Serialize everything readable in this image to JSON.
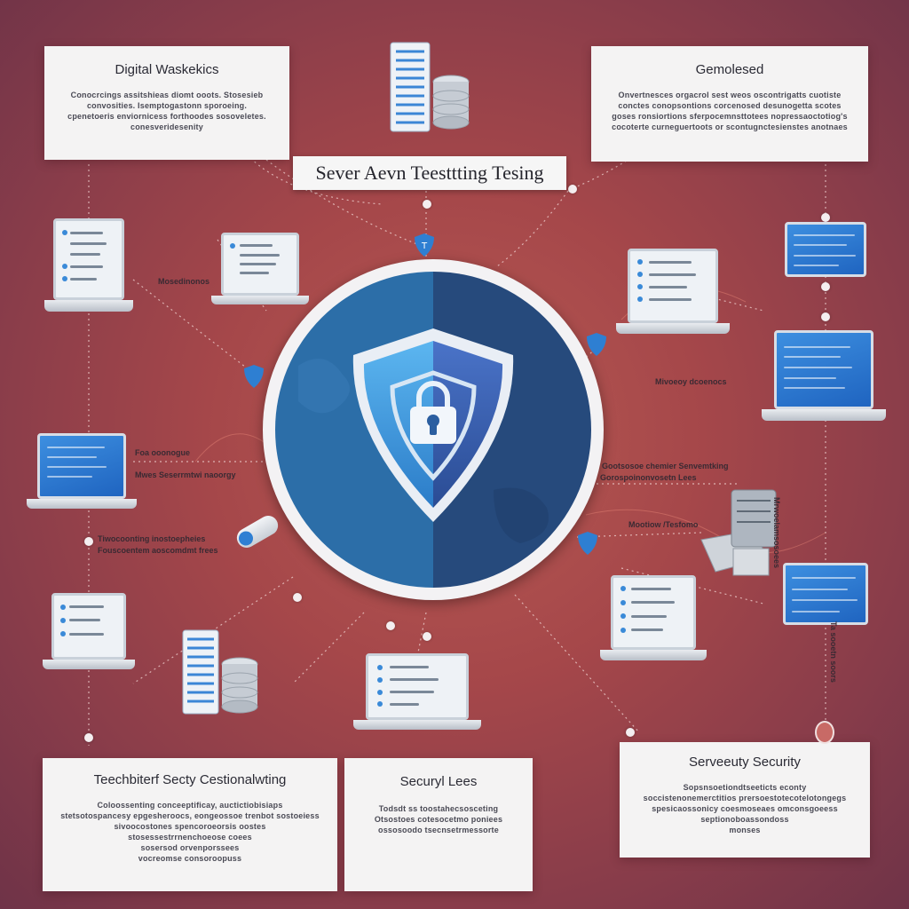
{
  "title": "Sever Aevn Teesttting Tesing",
  "cards": {
    "top_left": {
      "heading": "Digital Waskekics",
      "lines": [
        "Conocrcings assitshieas diomt ooots. Stosesieb",
        "convosities. Isemptogastonn sporoeing.",
        "cpenetoeris enviornicess forthoodes sosoveletes.",
        "conesveridesenity"
      ]
    },
    "top_right": {
      "heading": "Gemolesed",
      "lines": [
        "Onvertnesces orgacrol sest weos oscontrigatts cuotiste",
        "conctes conopsontions corcenosed desunogetta scotes",
        "goses ronsiortions sferpocemnsttotees nopressaoctotiog's",
        "cocoterte curneguertoots or scontugnctesienstes anotnaes"
      ]
    },
    "bottom_left": {
      "heading": "Teechbiterf Secty Cestionalwting",
      "lines": [
        "Coloossenting conceeptificay, auctictiobisiaps",
        "stetsotospancesy epgesheroocs, eongeossoe trenbot sostoeiess",
        "sivoocostones spencoroeorsis oostes",
        "stosessestrrnenchoeose coees",
        "sosersod orvenporssees",
        "vocreomse consoroopuss"
      ]
    },
    "bottom_mid": {
      "heading": "Securyl Lees",
      "lines": [
        "Todsdt ss toostahecsosceting",
        "Otsostoes cotesocetmo poniees",
        "ossosoodo tsecnsetrmessorte"
      ]
    },
    "bottom_right": {
      "heading": "Serveeuty Security",
      "lines": [
        "Sopsnsoetiondtseeticts econty",
        "soccistenonemerctitios prersoestotecotelotongegs",
        "spesicaossonicy coesmoseaes omconsgoeess",
        "septionoboassondoss",
        "monses"
      ]
    }
  },
  "labels": {
    "left_mid": "Mosedinonos",
    "left_blue_a": "Foa ooonogue",
    "left_blue_b": "Mwes Seserrmtwi naoorgy",
    "left_low_a": "Tiwocoonting inostoepheies",
    "left_low_b": "Fouscoentem aoscomdmt frees",
    "right_mid": "Mivoeoy dcoenocs",
    "right_low_a": "Gootsosoe chemier Senvemtking",
    "right_low_b": "Gorospoinonvosetn Lees",
    "right_low_c": "Mootiow /Tesfomo",
    "right_vertical_a": "Mrwoelamsosoees",
    "right_vertical_b": "Ta sooetn soors"
  },
  "colors": {
    "shield_light": "#4aa6e8",
    "shield_dark": "#1d4f8a",
    "circle_left": "#2c6ea8",
    "circle_right": "#264a7c",
    "pin": "#f4eef0"
  },
  "icons": [
    "shield-lock-icon",
    "server-stack-icon",
    "database-icon",
    "laptop-icon",
    "small-shield-icon"
  ]
}
